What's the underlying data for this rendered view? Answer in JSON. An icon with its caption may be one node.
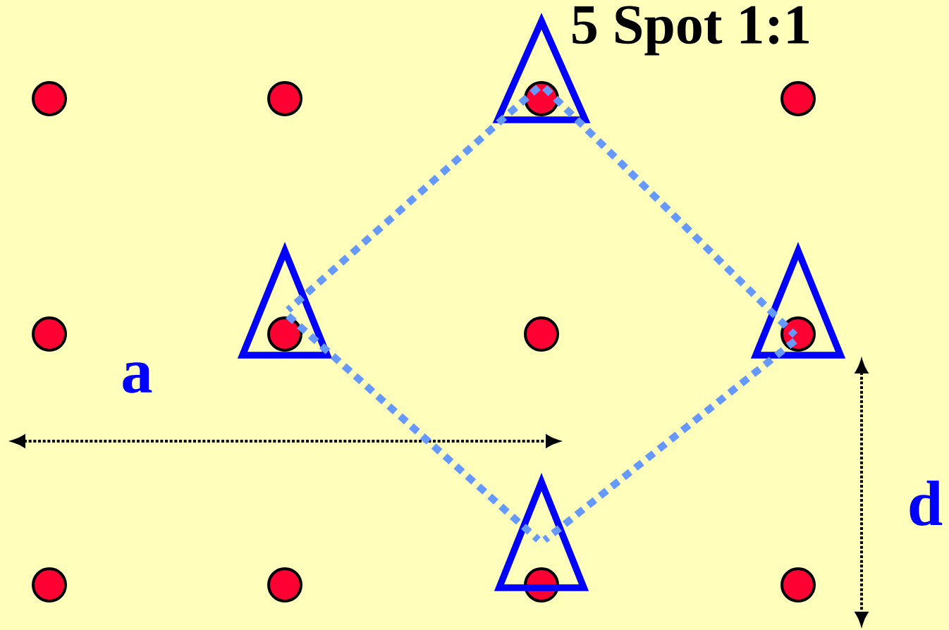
{
  "diagram": {
    "title": "5 Spot 1:1",
    "nodes": [
      {
        "text": [],
        "shape": "triangle"
      },
      {
        "text": [],
        "shape": "triangle"
      },
      {
        "text": [],
        "shape": "triangle"
      },
      {
        "text": [],
        "shape": "triangle"
      }
    ],
    "edges": [
      {
        "from": 0,
        "to": 1,
        "arrow": "none",
        "style": "dashed"
      },
      {
        "from": 0,
        "to": 2,
        "arrow": "none",
        "style": "dashed"
      },
      {
        "from": 1,
        "to": 3,
        "arrow": "none",
        "style": "dashed"
      },
      {
        "from": 2,
        "to": 3,
        "arrow": "none",
        "style": "dashed"
      }
    ],
    "labels": [
      "a",
      "d"
    ]
  }
}
